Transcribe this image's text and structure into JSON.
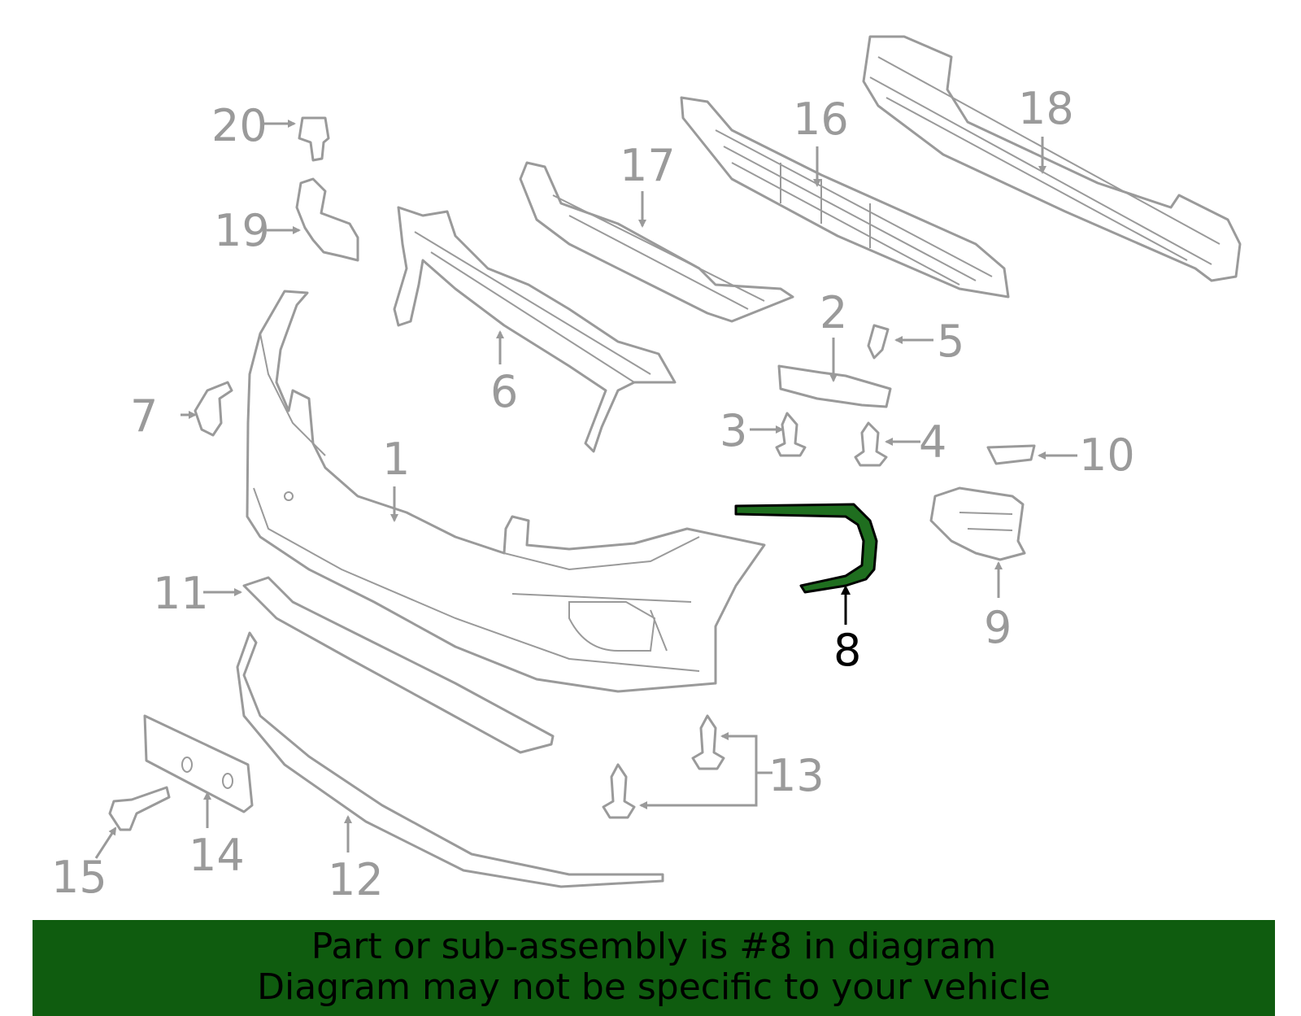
{
  "diagram": {
    "highlight_color": "#1f6e1f",
    "part_color": "#9a9a9a",
    "selected_part": "8",
    "callouts": [
      "1",
      "2",
      "3",
      "4",
      "5",
      "6",
      "7",
      "8",
      "9",
      "10",
      "11",
      "12",
      "13",
      "14",
      "15",
      "16",
      "17",
      "18",
      "19",
      "20"
    ]
  },
  "banner": {
    "line1": "Part or sub-assembly is #8 in diagram",
    "line2": "Diagram may not be specific to your vehicle",
    "background": "#0f5c0f"
  }
}
